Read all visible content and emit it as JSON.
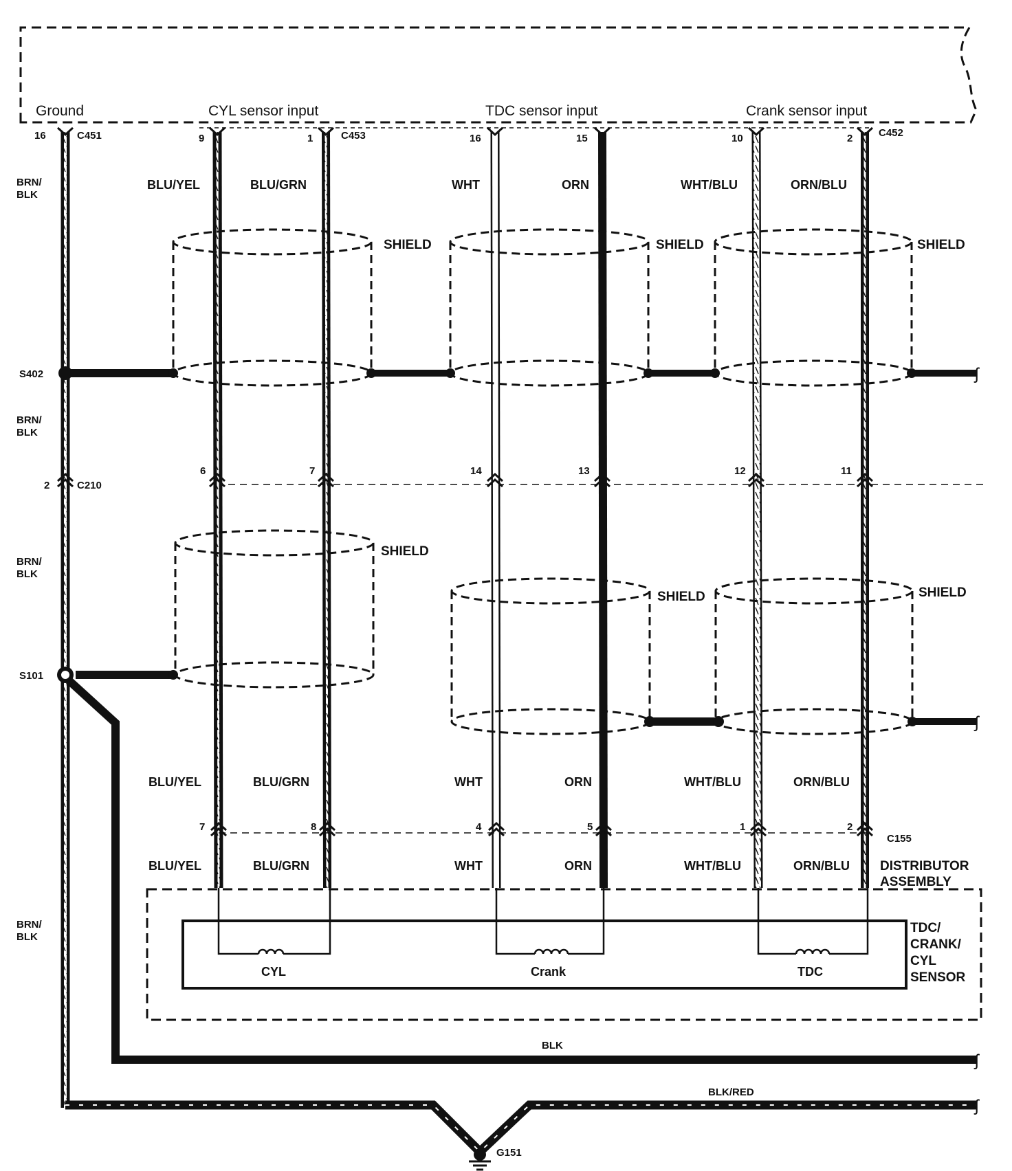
{
  "ecu_headers": {
    "ground": "Ground",
    "cyl": "CYL sensor input",
    "tdc": "TDC sensor input",
    "crank": "Crank sensor input"
  },
  "connectors": {
    "c451": "C451",
    "c453": "C453",
    "c452": "C452",
    "c210": "C210",
    "c155": "C155"
  },
  "splices": {
    "s402": "S402",
    "s101": "S101"
  },
  "ground_point": "G151",
  "top_pins": {
    "ground": "16",
    "cyl_a": "9",
    "cyl_b": "1",
    "tdc_a": "16",
    "tdc_b": "15",
    "crank_a": "10",
    "crank_b": "2"
  },
  "mid_pins": {
    "ground": "2",
    "cyl_a": "6",
    "cyl_b": "7",
    "tdc_a": "14",
    "tdc_b": "13",
    "crank_a": "12",
    "crank_b": "11"
  },
  "low_pins": {
    "cyl_a": "7",
    "cyl_b": "8",
    "tdc_a": "4",
    "tdc_b": "5",
    "crank_a": "1",
    "crank_b": "2"
  },
  "wire_colors": {
    "brn_blk_1": "BRN/",
    "brn_blk_2": "BLK",
    "blu_yel": "BLU/YEL",
    "blu_grn": "BLU/GRN",
    "wht": "WHT",
    "orn": "ORN",
    "wht_blu": "WHT/BLU",
    "orn_blu": "ORN/BLU",
    "blk": "BLK",
    "blk_red": "BLK/RED"
  },
  "shield": "SHIELD",
  "distributor": {
    "line1": "DISTRIBUTOR",
    "line2": "ASSEMBLY"
  },
  "sensor_block": {
    "line1": "TDC/",
    "line2": "CRANK/",
    "line3": "CYL",
    "line4": "SENSOR"
  },
  "coils": {
    "cyl": "CYL",
    "crank": "Crank",
    "tdc": "TDC"
  }
}
